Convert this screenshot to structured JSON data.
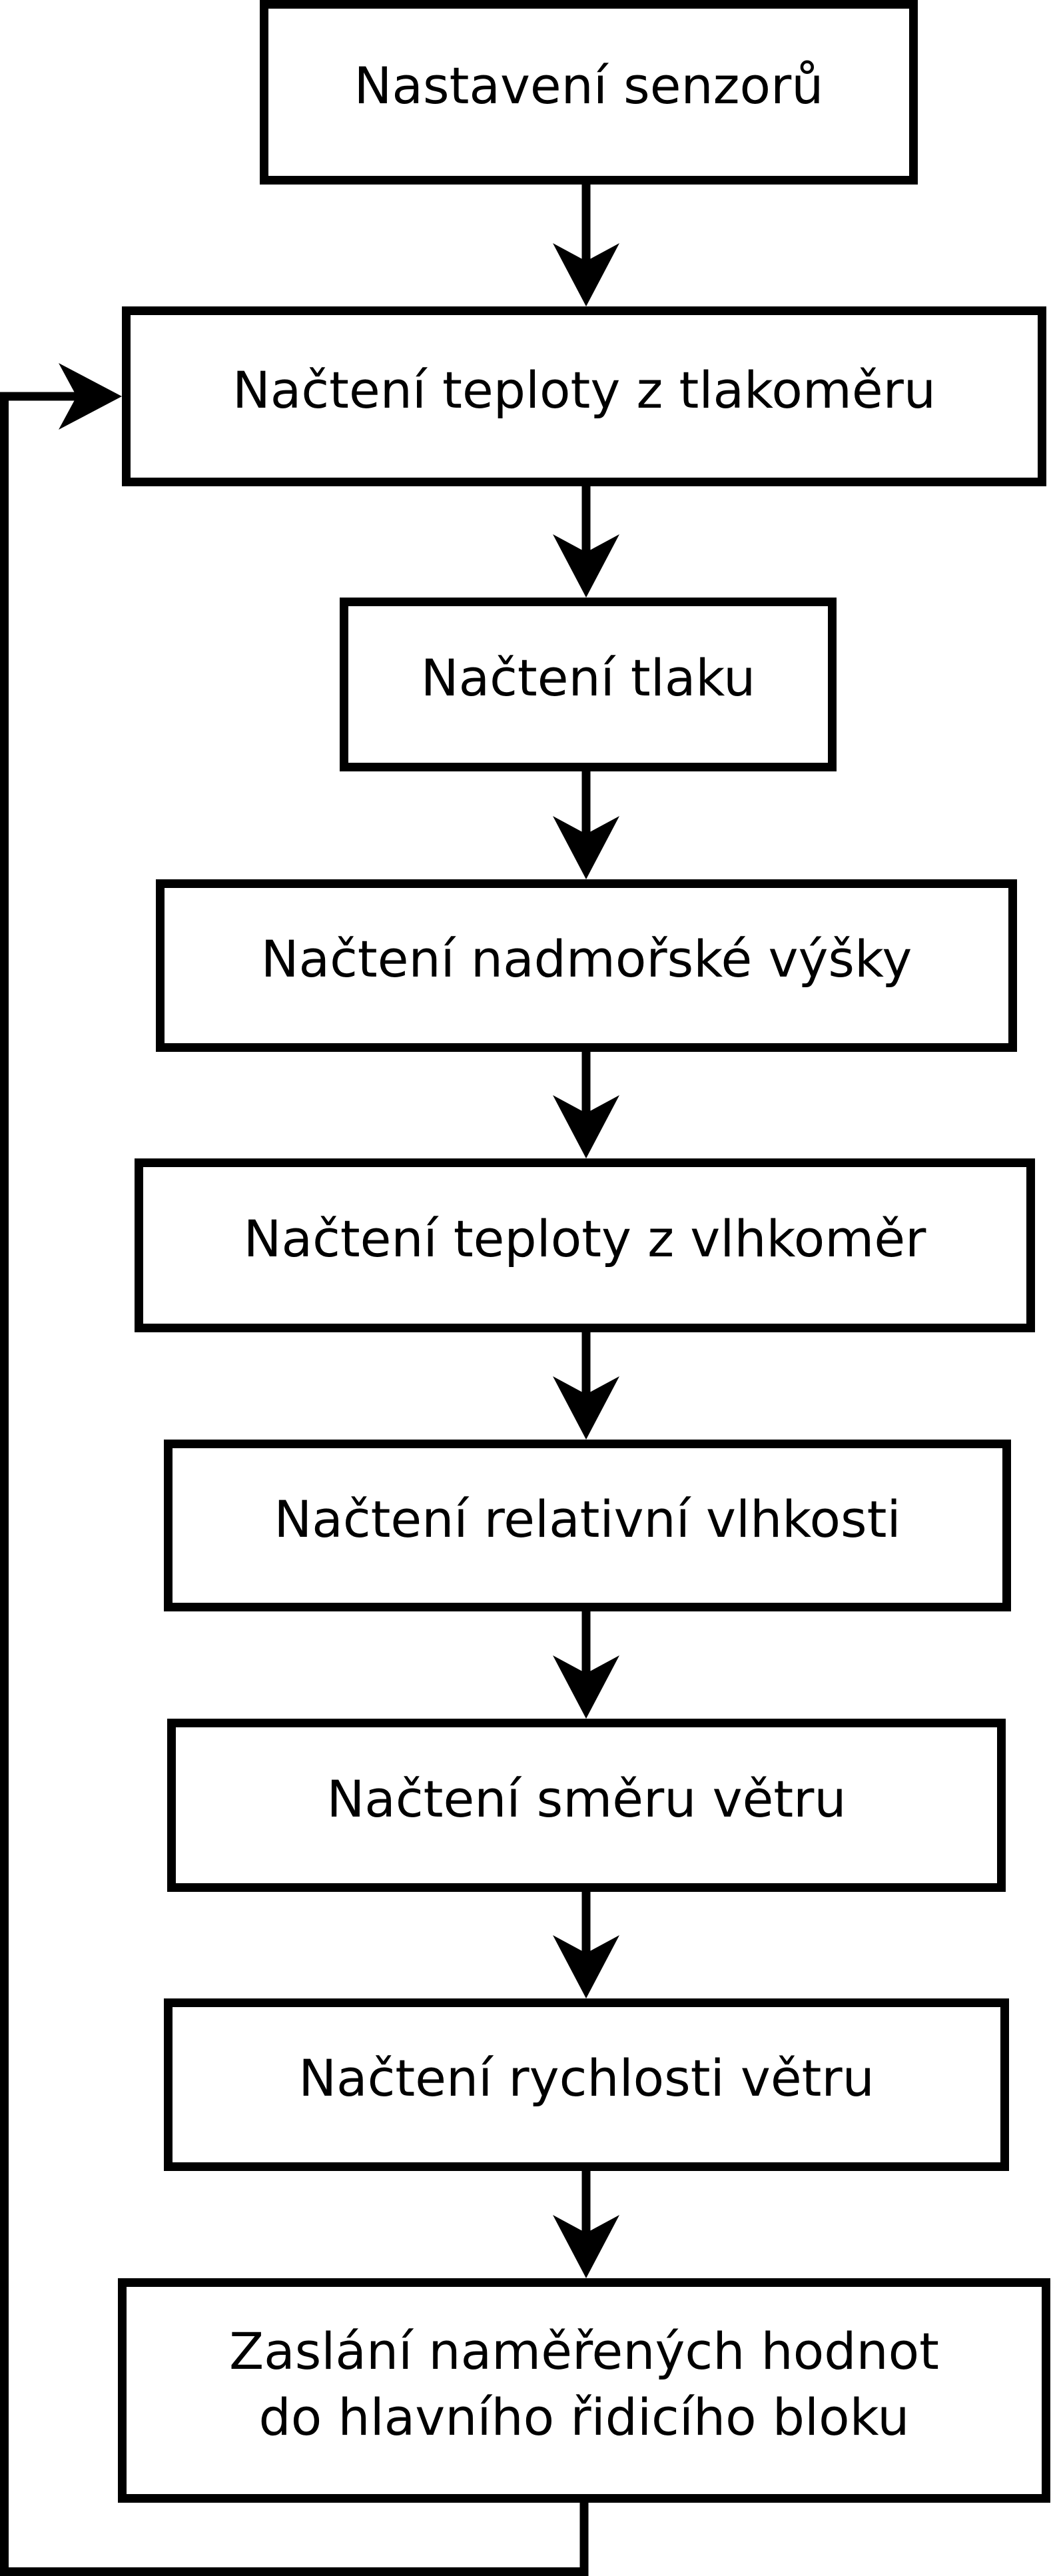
{
  "diagram": {
    "type": "flowchart",
    "language": "cs",
    "colors": {
      "background": "#ffffff",
      "line": "#000000",
      "node_fill": "#ffffff",
      "text": "#000000"
    },
    "nodes": [
      {
        "id": "n1",
        "label": "Nastavení senzorů"
      },
      {
        "id": "n2",
        "label": "Načtení teploty z tlakoměru"
      },
      {
        "id": "n3",
        "label": "Načtení tlaku"
      },
      {
        "id": "n4",
        "label": "Načtení nadmořské výšky"
      },
      {
        "id": "n5",
        "label": "Načtení teploty z vlhkoměr"
      },
      {
        "id": "n6",
        "label": "Načtení relativní vlhkosti"
      },
      {
        "id": "n7",
        "label": "Načtení směru větru"
      },
      {
        "id": "n8",
        "label": "Načtení rychlosti větru"
      },
      {
        "id": "n9",
        "label": "Zaslání naměřených hodnot do hlavního řidicího bloku",
        "lines": [
          "Zaslání naměřených hodnot",
          "do hlavního řidicího bloku"
        ]
      }
    ],
    "edges": [
      {
        "from": "n1",
        "to": "n2",
        "style": "straight-down-arrow"
      },
      {
        "from": "n2",
        "to": "n3",
        "style": "straight-down-arrow"
      },
      {
        "from": "n3",
        "to": "n4",
        "style": "straight-down-arrow"
      },
      {
        "from": "n4",
        "to": "n5",
        "style": "straight-down-arrow"
      },
      {
        "from": "n5",
        "to": "n6",
        "style": "straight-down-arrow"
      },
      {
        "from": "n6",
        "to": "n7",
        "style": "straight-down-arrow"
      },
      {
        "from": "n7",
        "to": "n8",
        "style": "straight-down-arrow"
      },
      {
        "from": "n8",
        "to": "n9",
        "style": "straight-down-arrow"
      },
      {
        "from": "n9",
        "to": "n2",
        "style": "loop-back-left-side-arrow"
      }
    ]
  }
}
